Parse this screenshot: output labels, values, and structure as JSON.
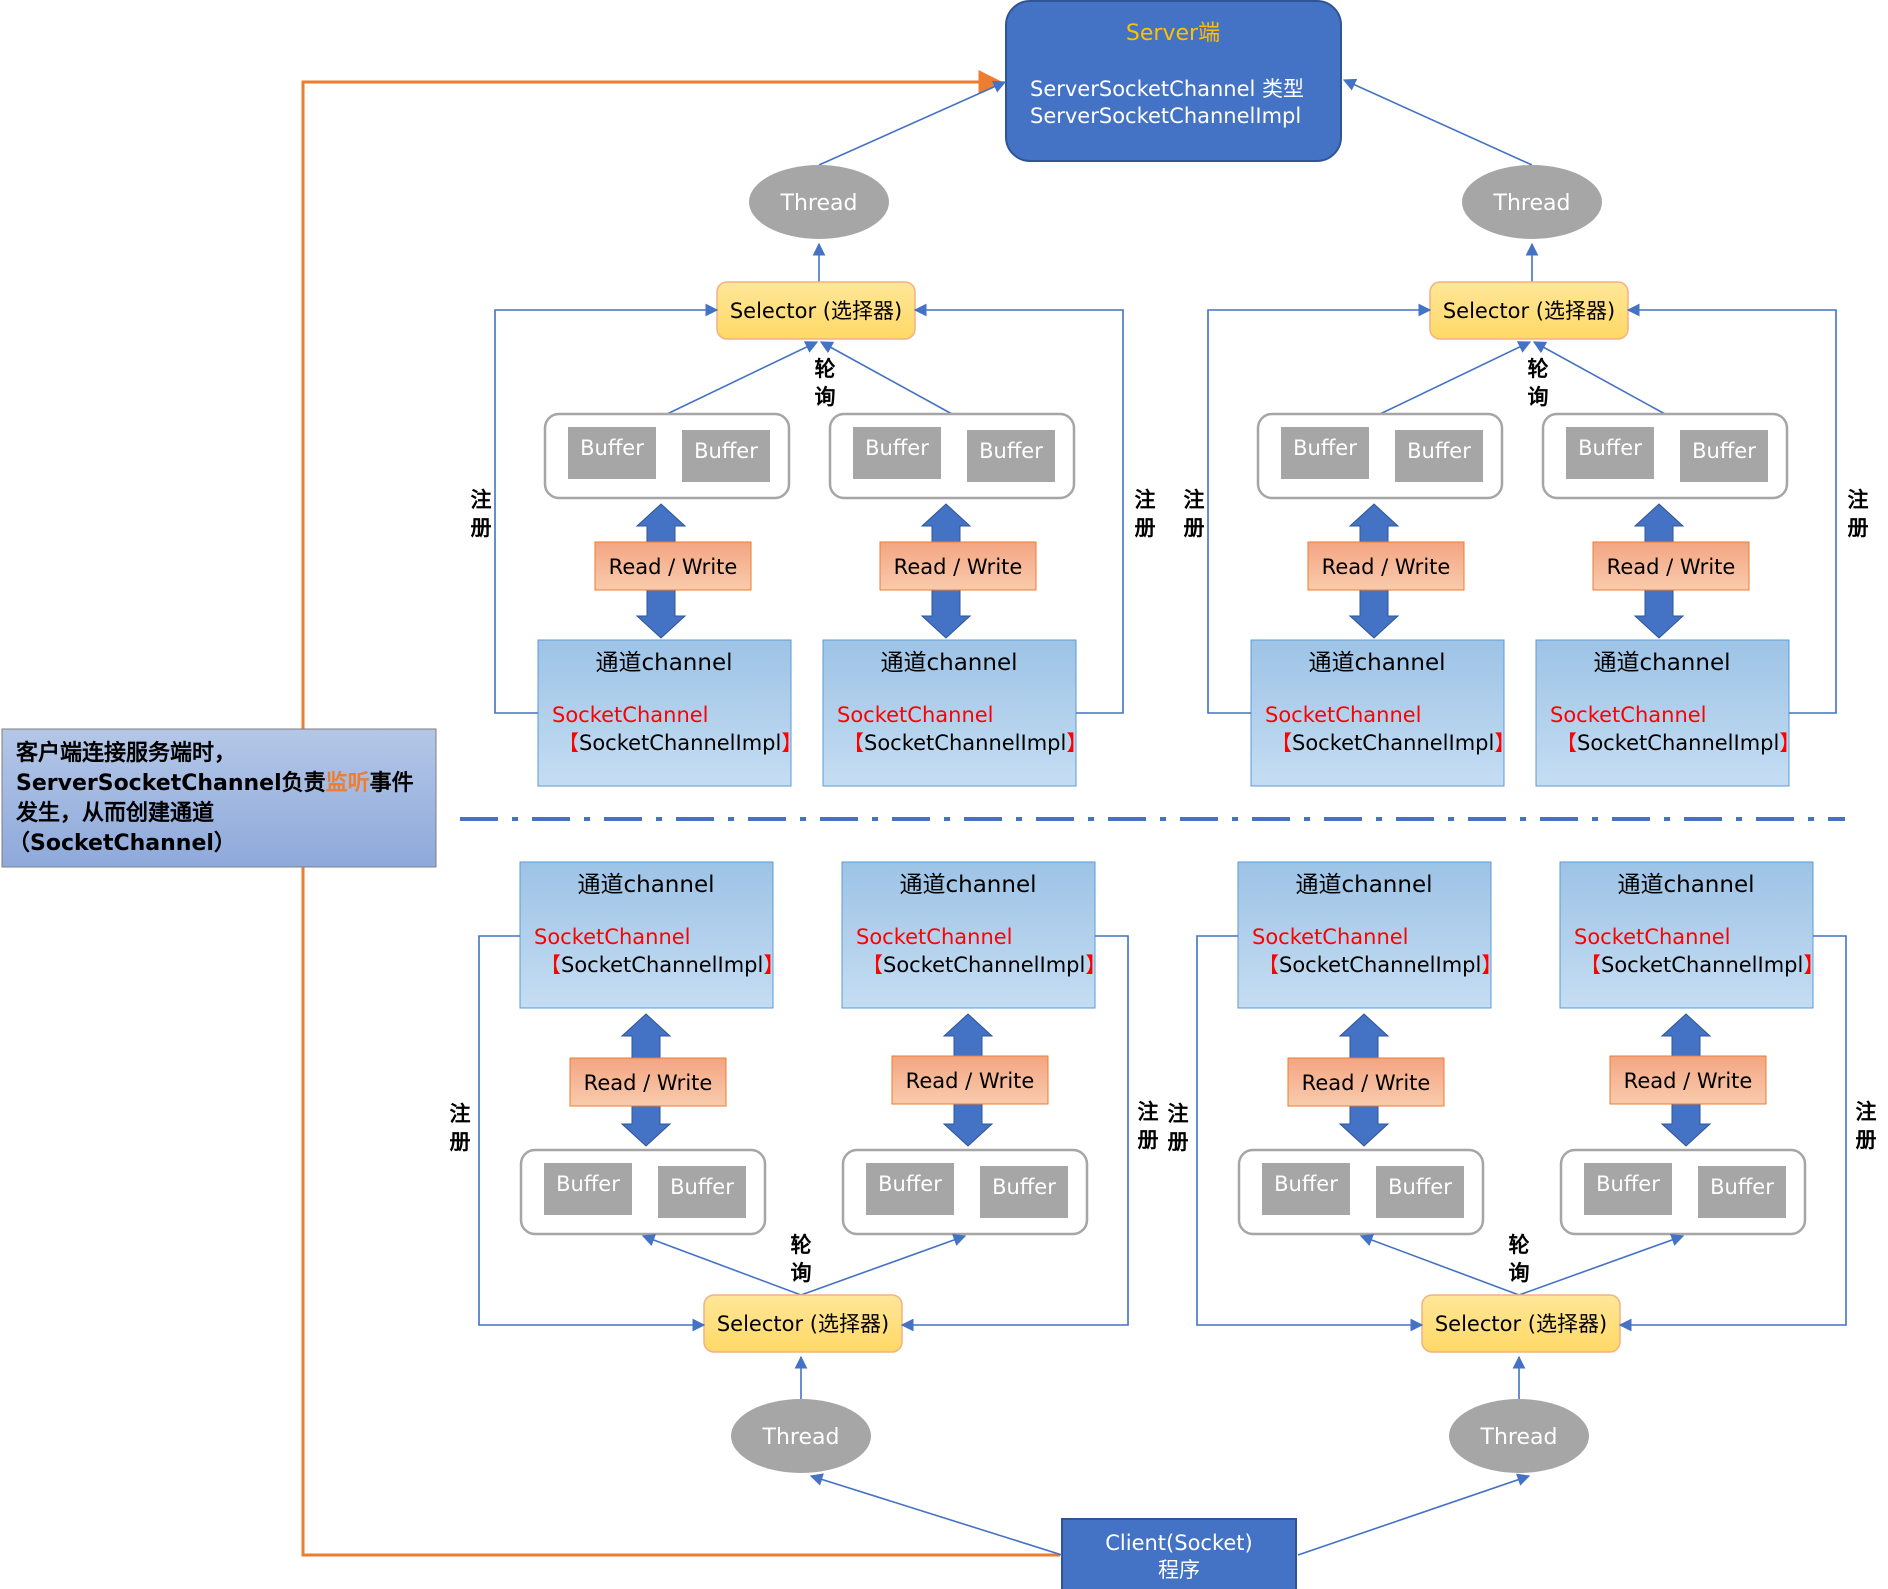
{
  "server": {
    "title": "Server端",
    "line1": "ServerSocketChannel 类型",
    "line2": "ServerSocketChannelImpl"
  },
  "client": {
    "line1": "Client(Socket)",
    "line2": "程序"
  },
  "note": {
    "line1_pre": "客户端连接服务端时，",
    "line2_pre": "ServerSocketChannel负责",
    "line2_highlight": "监听",
    "line2_post": "事件",
    "line3": "发生，从而创建通道",
    "line4": "（SocketChannel）"
  },
  "labels": {
    "thread": "Thread",
    "selector": "Selector (选择器)",
    "buffer": "Buffer",
    "read_write": "Read / Write",
    "channel_title": "通道channel",
    "socket_channel": "SocketChannel",
    "socket_channel_impl_open": "【",
    "socket_channel_impl": "SocketChannelImpl",
    "socket_channel_impl_close": "】",
    "register_1": "注",
    "register_2": "册",
    "poll_1": "轮",
    "poll_2": "询"
  },
  "colors": {
    "server_fill": "#4472C4",
    "server_title": "#FFC000",
    "thread_fill": "#A6A6A6",
    "selector_fill": "#FFD966",
    "selector_stroke": "#F4B183",
    "buffer_fill": "#A6A6A6",
    "rw_fill": "#F4A582",
    "channel_fill": "#9DC3E6",
    "arrow_blue": "#4472C4",
    "line_orange": "#ED7D31",
    "note_fill": "#8EA9DB",
    "highlight_orange": "#ED7D31",
    "red_text": "#FF0000"
  }
}
